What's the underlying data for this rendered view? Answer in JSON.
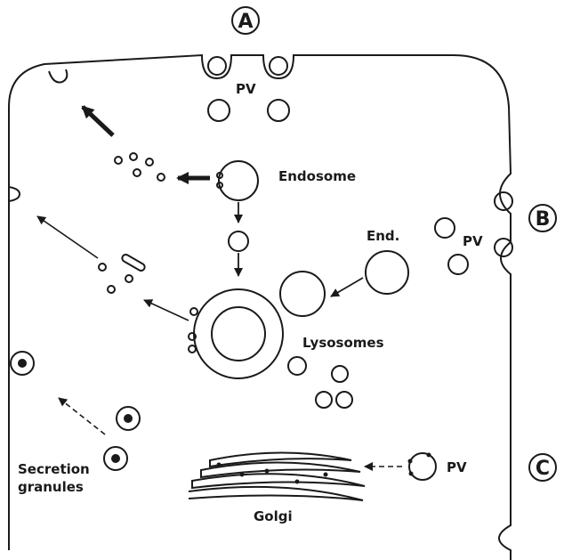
{
  "labels": {
    "panel_a": "A",
    "panel_b": "B",
    "panel_c": "C",
    "pv_top": "PV",
    "endosome": "Endosome",
    "end_short": "End.",
    "pv_right": "PV",
    "lysosomes": "Lysosomes",
    "secretion_line1": "Secretion",
    "secretion_line2": "granules",
    "pv_bottom": "PV",
    "golgi": "Golgi"
  },
  "colors": {
    "ink": "#1a1a1a",
    "background": "#ffffff"
  }
}
